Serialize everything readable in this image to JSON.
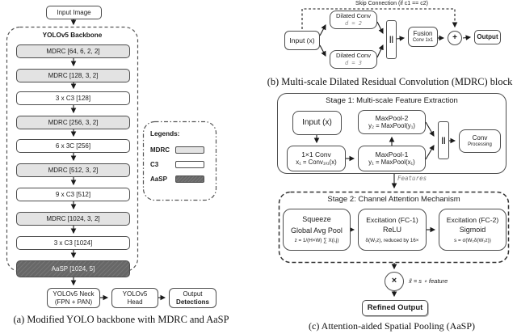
{
  "captions": {
    "a": "(a) Modified YOLO backbone with MDRC and AaSP",
    "b": "(b) Multi-scale Dilated Residual Convolution (MDRC) block",
    "c": "(c) Attention-aided Spatial Pooling (AaSP)"
  },
  "colors": {
    "mdrc_fill": "#e3e3e3",
    "c3_fill": "#ffffff",
    "aasp_fill": "#676767",
    "line": "#1a1a1a"
  },
  "backbone": {
    "input_label": "Input Image",
    "title": "YOLOv5 Backbone",
    "layers": [
      {
        "label": "MDRC [64, 6, 2, 2]",
        "type": "mdrc"
      },
      {
        "label": "MDRC [128, 3, 2]",
        "type": "mdrc"
      },
      {
        "label": "3 x C3 [128]",
        "type": "c3"
      },
      {
        "label": "MDRC [256, 3, 2]",
        "type": "mdrc"
      },
      {
        "label": "6 x 3C [256]",
        "type": "c3"
      },
      {
        "label": "MDRC [512, 3, 2]",
        "type": "mdrc"
      },
      {
        "label": "9 x C3 [512]",
        "type": "c3"
      },
      {
        "label": "MDRC [1024, 3, 2]",
        "type": "mdrc"
      },
      {
        "label": "3 x C3 [1024]",
        "type": "c3"
      },
      {
        "label": "AaSP [1024, 5]",
        "type": "aasp"
      }
    ],
    "neck_line1": "YOLOv5 Neck",
    "neck_line2": "(FPN + PAN)",
    "head_line1": "YOLOv5",
    "head_line2": "Head",
    "out_line1": "Output",
    "out_line2": "Detections"
  },
  "legend": {
    "title": "Legends:",
    "items": [
      {
        "label": "MDRC"
      },
      {
        "label": "C3"
      },
      {
        "label": "AaSP"
      }
    ]
  },
  "mdrc_block": {
    "skip_label": "Skip Connection (if c1 == c2)",
    "input": "Input (x)",
    "dilated1_line1": "Dilated Conv",
    "dilated1_line2": "d = 2",
    "dilated2_line1": "Dilated Conv",
    "dilated2_line2": "d = 3",
    "concat": "||",
    "fusion_line1": "Fusion",
    "fusion_line2": "Conv 1x1",
    "plus": "+",
    "output": "Output"
  },
  "aasp_block": {
    "stage1_title": "Stage 1: Multi-scale Feature Extraction",
    "input": "Input (x)",
    "conv1_line1": "1×1 Conv",
    "conv1_line2": "x₁ = Conv₁ₓ₁(x)",
    "maxpool2_line1": "MaxPool-2",
    "maxpool2_line2": "y₂ = MaxPool(y₁)",
    "maxpool1_line1": "MaxPool-1",
    "maxpool1_line2": "y₁ = MaxPool(x₁)",
    "concat": "||",
    "convproc_line1": "Conv",
    "convproc_line2": "Processing",
    "features_label": "Features",
    "stage2_title": "Stage 2: Channel Attention Mechanism",
    "squeeze_line1": "Squeeze",
    "squeeze_line2": "Global Avg Pool",
    "squeeze_line3": "z = 1/(H×W) ∑ X(i,j)",
    "fc1_line1": "Excitation (FC-1)",
    "fc1_line2": "ReLU",
    "fc1_line3": "δ(W₁z), reduced by 16×",
    "fc2_line1": "Excitation (FC-2)",
    "fc2_line2": "Sigmoid",
    "fc2_line3": "s = σ(W₂δ(W₁z))",
    "multiply": "×",
    "multiply_label": "x̃ = s ∘ feature",
    "refined_output": "Refined Output"
  }
}
